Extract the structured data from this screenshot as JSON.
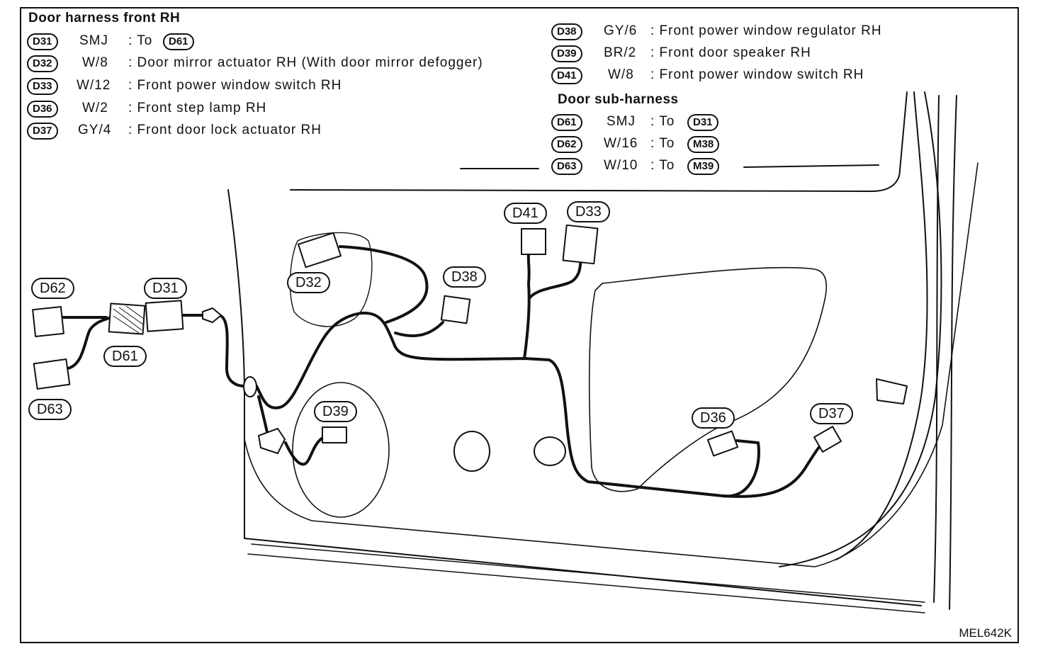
{
  "front_harness": {
    "title": "Door harness front RH",
    "rows": [
      {
        "id": "D31",
        "code": "SMJ",
        "desc": ": To",
        "link": "D61"
      },
      {
        "id": "D32",
        "code": "W/8",
        "desc": ":  Door mirror actuator RH (With door mirror defogger)"
      },
      {
        "id": "D33",
        "code": "W/12",
        "desc": ":  Front power window switch RH"
      },
      {
        "id": "D36",
        "code": "W/2",
        "desc": ":  Front step lamp RH"
      },
      {
        "id": "D37",
        "code": "GY/4",
        "desc": ":  Front door lock actuator RH"
      }
    ]
  },
  "front_harness_right": {
    "rows": [
      {
        "id": "D38",
        "code": "GY/6",
        "desc": ":  Front power window regulator RH"
      },
      {
        "id": "D39",
        "code": "BR/2",
        "desc": ":  Front door speaker RH"
      },
      {
        "id": "D41",
        "code": "W/8",
        "desc": ":  Front power window switch RH"
      }
    ]
  },
  "sub_harness": {
    "title": "Door sub-harness",
    "rows": [
      {
        "id": "D61",
        "code": "SMJ",
        "desc": ":  To",
        "link": "D31"
      },
      {
        "id": "D62",
        "code": "W/16",
        "desc": ":  To",
        "link": "M38"
      },
      {
        "id": "D63",
        "code": "W/10",
        "desc": ":  To",
        "link": "M39"
      }
    ]
  },
  "callouts": {
    "d62": "D62",
    "d31": "D31",
    "d61": "D61",
    "d63": "D63",
    "d32": "D32",
    "d41": "D41",
    "d33": "D33",
    "d38": "D38",
    "d39": "D39",
    "d36": "D36",
    "d37": "D37"
  },
  "figure_code": "MEL642K"
}
